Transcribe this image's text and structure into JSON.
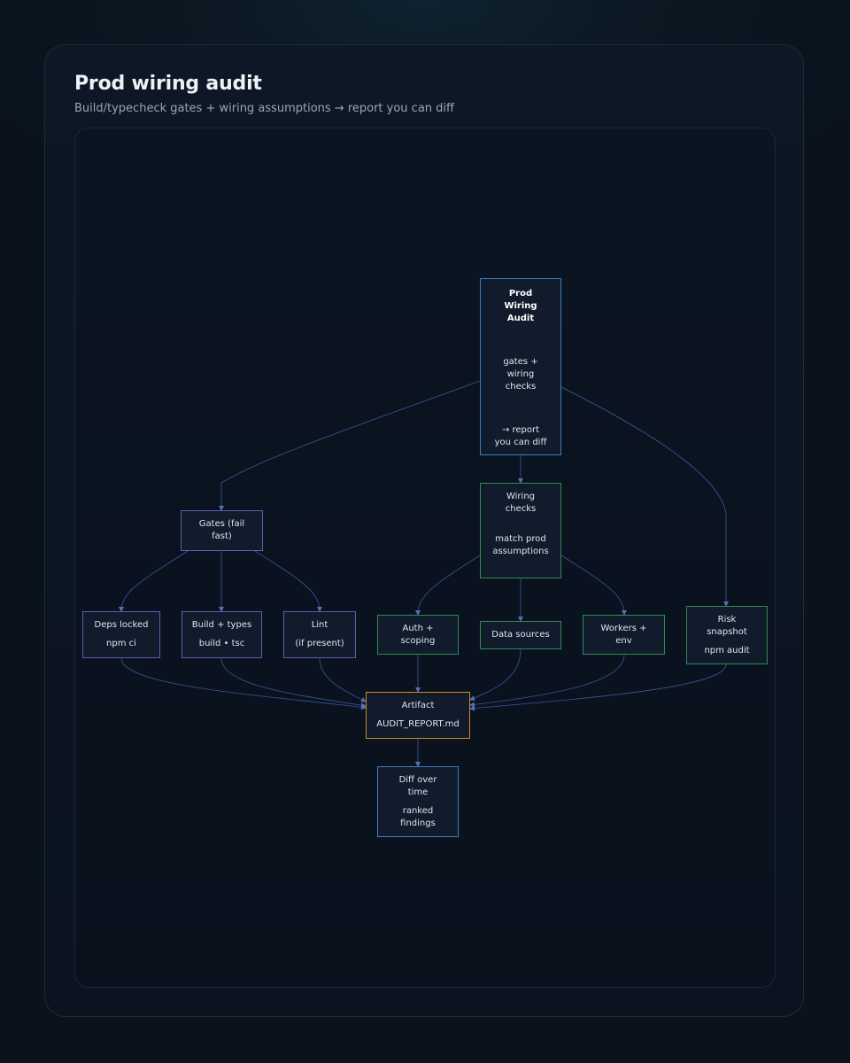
{
  "header": {
    "title": "Prod wiring audit",
    "subtitle": "Build/typecheck gates + wiring assumptions → report you can diff"
  },
  "nodes": {
    "root": {
      "title": "Prod\nWiring\nAudit",
      "line2": "gates +\nwiring\nchecks",
      "line3": "→ report\nyou can diff"
    },
    "gates": {
      "title": "Gates (fail\nfast)"
    },
    "wiring": {
      "title": "Wiring\nchecks",
      "detail": "match prod\nassumptions"
    },
    "deps": {
      "title": "Deps locked",
      "detail": "npm ci"
    },
    "build": {
      "title": "Build + types",
      "detail": "build • tsc"
    },
    "lint": {
      "title": "Lint",
      "detail": "(if present)"
    },
    "auth": {
      "title": "Auth +\nscoping"
    },
    "datasources": {
      "title": "Data sources"
    },
    "workers": {
      "title": "Workers +\nenv"
    },
    "risk": {
      "title": "Risk\nsnapshot",
      "detail": "npm audit"
    },
    "artifact": {
      "title": "Artifact",
      "detail": "AUDIT_REPORT.md"
    },
    "diff": {
      "title": "Diff over\ntime",
      "detail": "ranked\nfindings"
    }
  },
  "colors": {
    "root": "#3a7fc1",
    "gates": "#5a5fb0",
    "wiring": "#2f8a55",
    "artifact": "#d08a1e",
    "edge": "#3f5fa6"
  }
}
